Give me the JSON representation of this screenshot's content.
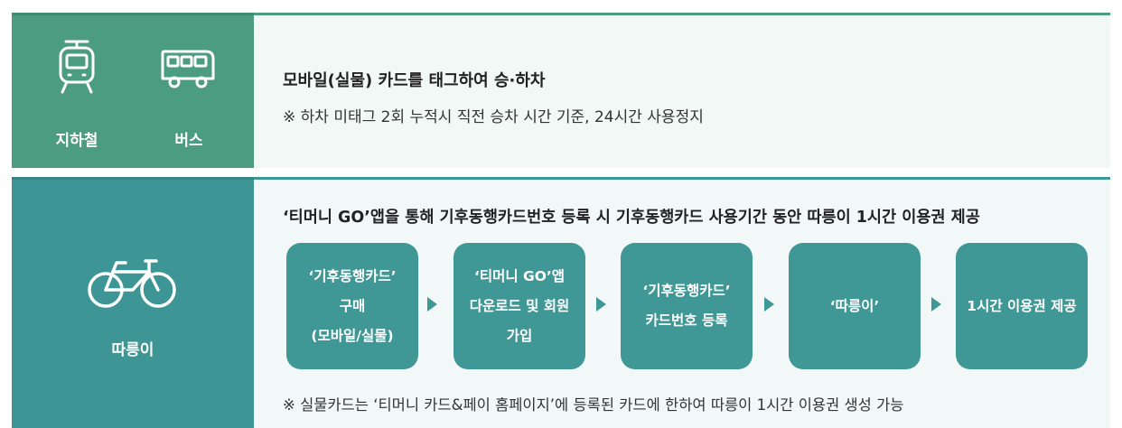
{
  "transit": {
    "subway_label": "지하철",
    "bus_label": "버스",
    "title": "모바일(실물) 카드를 태그하여 승·하차",
    "note": "※ 하차 미태그 2회 누적시 직전 승차 시간 기준, 24시간 사용정지",
    "icons": [
      "subway-icon",
      "bus-icon"
    ]
  },
  "bike": {
    "label": "따릉이",
    "icon": "bicycle-icon",
    "title": "‘티머니 GO’앱을 통해 기후동행카드번호 등록 시 기후동행카드 사용기간 동안 따릉이 1시간 이용권 제공",
    "steps": [
      {
        "lines": [
          "‘기후동행카드’",
          "구매",
          "(모바일/실물)"
        ]
      },
      {
        "lines": [
          "‘티머니 GO’앱",
          "다운로드 및 회원",
          "가입"
        ]
      },
      {
        "lines": [
          "‘기후동행카드’",
          "카드번호 등록"
        ]
      },
      {
        "lines": [
          "‘따릉이’"
        ]
      },
      {
        "lines": [
          "1시간 이용권 제공"
        ]
      }
    ],
    "note": "※ 실물카드는 ‘티머니 카드&페이 홈페이지’에 등록된 카드에 한하여 따릉이 1시간 이용권 생성 가능"
  },
  "colors": {
    "transit_green": "#4b9c80",
    "bike_teal": "#3e9595",
    "panel_bg": "#f1f8f6"
  }
}
